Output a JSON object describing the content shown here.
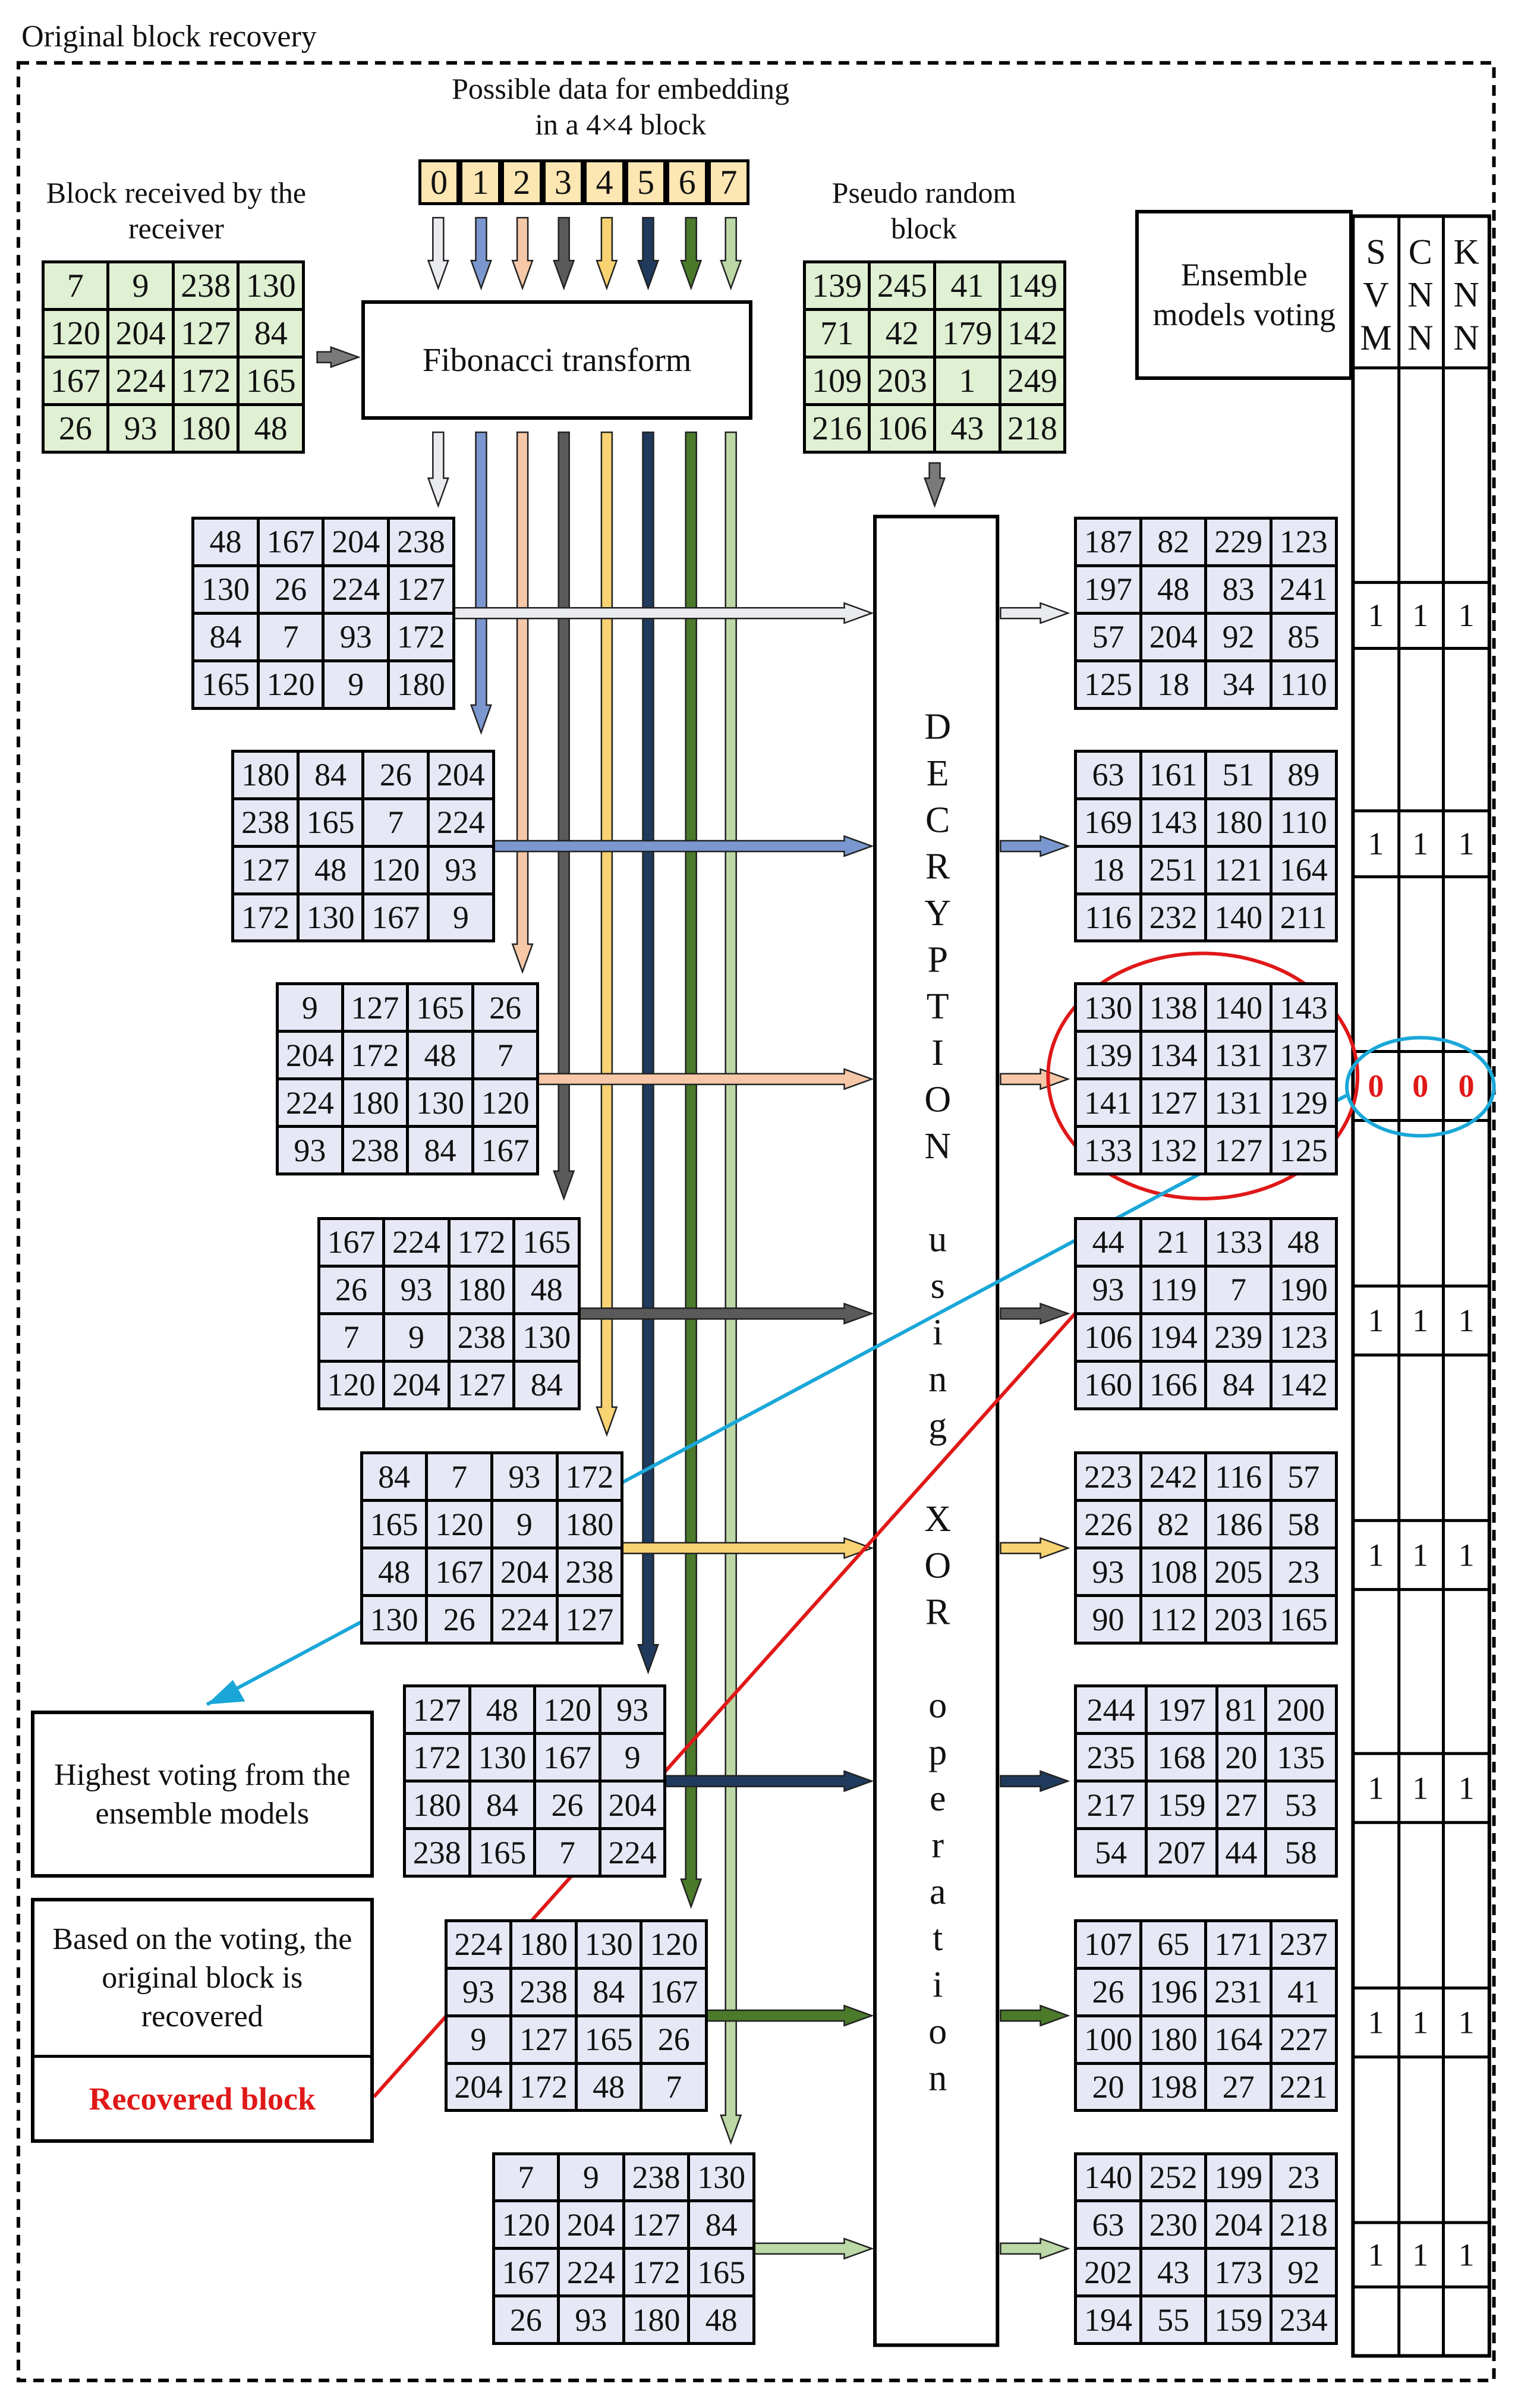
{
  "title": "Original block recovery",
  "possible_data_label": "Possible data for embedding in a 4×4 block",
  "possible_data": [
    "0",
    "1",
    "2",
    "3",
    "4",
    "5",
    "6",
    "7"
  ],
  "received_label": "Block received by the receiver",
  "received_block": [
    [
      "7",
      "9",
      "238",
      "130"
    ],
    [
      "120",
      "204",
      "127",
      "84"
    ],
    [
      "167",
      "224",
      "172",
      "165"
    ],
    [
      "26",
      "93",
      "180",
      "48"
    ]
  ],
  "fibonacci_label": "Fibonacci transform",
  "pseudo_label": "Pseudo random block",
  "pseudo_block": [
    [
      "139",
      "245",
      "41",
      "149"
    ],
    [
      "71",
      "42",
      "179",
      "142"
    ],
    [
      "109",
      "203",
      "1",
      "249"
    ],
    [
      "216",
      "106",
      "43",
      "218"
    ]
  ],
  "ensemble_label": "Ensemble models voting",
  "model_headers": [
    [
      "S",
      "V",
      "M"
    ],
    [
      "C",
      "N",
      "N"
    ],
    [
      "K",
      "N",
      "N"
    ]
  ],
  "decryption_label": [
    "D",
    "E",
    "C",
    "R",
    "Y",
    "P",
    "T",
    "I",
    "O",
    "N",
    "",
    "u",
    "s",
    "i",
    "n",
    "g",
    "",
    "X",
    "O",
    "R",
    "",
    "o",
    "p",
    "e",
    "r",
    "a",
    "t",
    "i",
    "o",
    "n"
  ],
  "arrow_colors": [
    "#e9ebee",
    "#7b97cf",
    "#f6c8a8",
    "#5a5a5a",
    "#f9d272",
    "#1f3a5c",
    "#4a7a2a",
    "#bcd8a6"
  ],
  "candidates": [
    [
      [
        "48",
        "167",
        "204",
        "238"
      ],
      [
        "130",
        "26",
        "224",
        "127"
      ],
      [
        "84",
        "7",
        "93",
        "172"
      ],
      [
        "165",
        "120",
        "9",
        "180"
      ]
    ],
    [
      [
        "180",
        "84",
        "26",
        "204"
      ],
      [
        "238",
        "165",
        "7",
        "224"
      ],
      [
        "127",
        "48",
        "120",
        "93"
      ],
      [
        "172",
        "130",
        "167",
        "9"
      ]
    ],
    [
      [
        "9",
        "127",
        "165",
        "26"
      ],
      [
        "204",
        "172",
        "48",
        "7"
      ],
      [
        "224",
        "180",
        "130",
        "120"
      ],
      [
        "93",
        "238",
        "84",
        "167"
      ]
    ],
    [
      [
        "167",
        "224",
        "172",
        "165"
      ],
      [
        "26",
        "93",
        "180",
        "48"
      ],
      [
        "7",
        "9",
        "238",
        "130"
      ],
      [
        "120",
        "204",
        "127",
        "84"
      ]
    ],
    [
      [
        "84",
        "7",
        "93",
        "172"
      ],
      [
        "165",
        "120",
        "9",
        "180"
      ],
      [
        "48",
        "167",
        "204",
        "238"
      ],
      [
        "130",
        "26",
        "224",
        "127"
      ]
    ],
    [
      [
        "127",
        "48",
        "120",
        "93"
      ],
      [
        "172",
        "130",
        "167",
        "9"
      ],
      [
        "180",
        "84",
        "26",
        "204"
      ],
      [
        "238",
        "165",
        "7",
        "224"
      ]
    ],
    [
      [
        "224",
        "180",
        "130",
        "120"
      ],
      [
        "93",
        "238",
        "84",
        "167"
      ],
      [
        "9",
        "127",
        "165",
        "26"
      ],
      [
        "204",
        "172",
        "48",
        "7"
      ]
    ],
    [
      [
        "7",
        "9",
        "238",
        "130"
      ],
      [
        "120",
        "204",
        "127",
        "84"
      ],
      [
        "167",
        "224",
        "172",
        "165"
      ],
      [
        "26",
        "93",
        "180",
        "48"
      ]
    ]
  ],
  "decrypted": [
    [
      [
        "187",
        "82",
        "229",
        "123"
      ],
      [
        "197",
        "48",
        "83",
        "241"
      ],
      [
        "57",
        "204",
        "92",
        "85"
      ],
      [
        "125",
        "18",
        "34",
        "110"
      ]
    ],
    [
      [
        "63",
        "161",
        "51",
        "89"
      ],
      [
        "169",
        "143",
        "180",
        "110"
      ],
      [
        "18",
        "251",
        "121",
        "164"
      ],
      [
        "116",
        "232",
        "140",
        "211"
      ]
    ],
    [
      [
        "130",
        "138",
        "140",
        "143"
      ],
      [
        "139",
        "134",
        "131",
        "137"
      ],
      [
        "141",
        "127",
        "131",
        "129"
      ],
      [
        "133",
        "132",
        "127",
        "125"
      ]
    ],
    [
      [
        "44",
        "21",
        "133",
        "48"
      ],
      [
        "93",
        "119",
        "7",
        "190"
      ],
      [
        "106",
        "194",
        "239",
        "123"
      ],
      [
        "160",
        "166",
        "84",
        "142"
      ]
    ],
    [
      [
        "223",
        "242",
        "116",
        "57"
      ],
      [
        "226",
        "82",
        "186",
        "58"
      ],
      [
        "93",
        "108",
        "205",
        "23"
      ],
      [
        "90",
        "112",
        "203",
        "165"
      ]
    ],
    [
      [
        "244",
        "197",
        "81",
        "200"
      ],
      [
        "235",
        "168",
        "20",
        "135"
      ],
      [
        "217",
        "159",
        "27",
        "53"
      ],
      [
        "54",
        "207",
        "44",
        "58"
      ]
    ],
    [
      [
        "107",
        "65",
        "171",
        "237"
      ],
      [
        "26",
        "196",
        "231",
        "41"
      ],
      [
        "100",
        "180",
        "164",
        "227"
      ],
      [
        "20",
        "198",
        "27",
        "221"
      ]
    ],
    [
      [
        "140",
        "252",
        "199",
        "23"
      ],
      [
        "63",
        "230",
        "204",
        "218"
      ],
      [
        "202",
        "43",
        "173",
        "92"
      ],
      [
        "194",
        "55",
        "159",
        "234"
      ]
    ]
  ],
  "votes": [
    [
      "1",
      "1",
      "1"
    ],
    [
      "1",
      "1",
      "1"
    ],
    [
      "0",
      "0",
      "0"
    ],
    [
      "1",
      "1",
      "1"
    ],
    [
      "1",
      "1",
      "1"
    ],
    [
      "1",
      "1",
      "1"
    ],
    [
      "1",
      "1",
      "1"
    ],
    [
      "1",
      "1",
      "1"
    ]
  ],
  "highest_voting_label": "Highest voting from the ensemble models",
  "based_on_voting_label": "Based on the voting, the original block is recovered",
  "recovered_label": "Recovered block",
  "colors": {
    "recovered_red": "#e01818",
    "highlight_blue": "#1aa7d8",
    "green_cell": "#dff0d3",
    "blue_cell": "#e7e8f5"
  }
}
